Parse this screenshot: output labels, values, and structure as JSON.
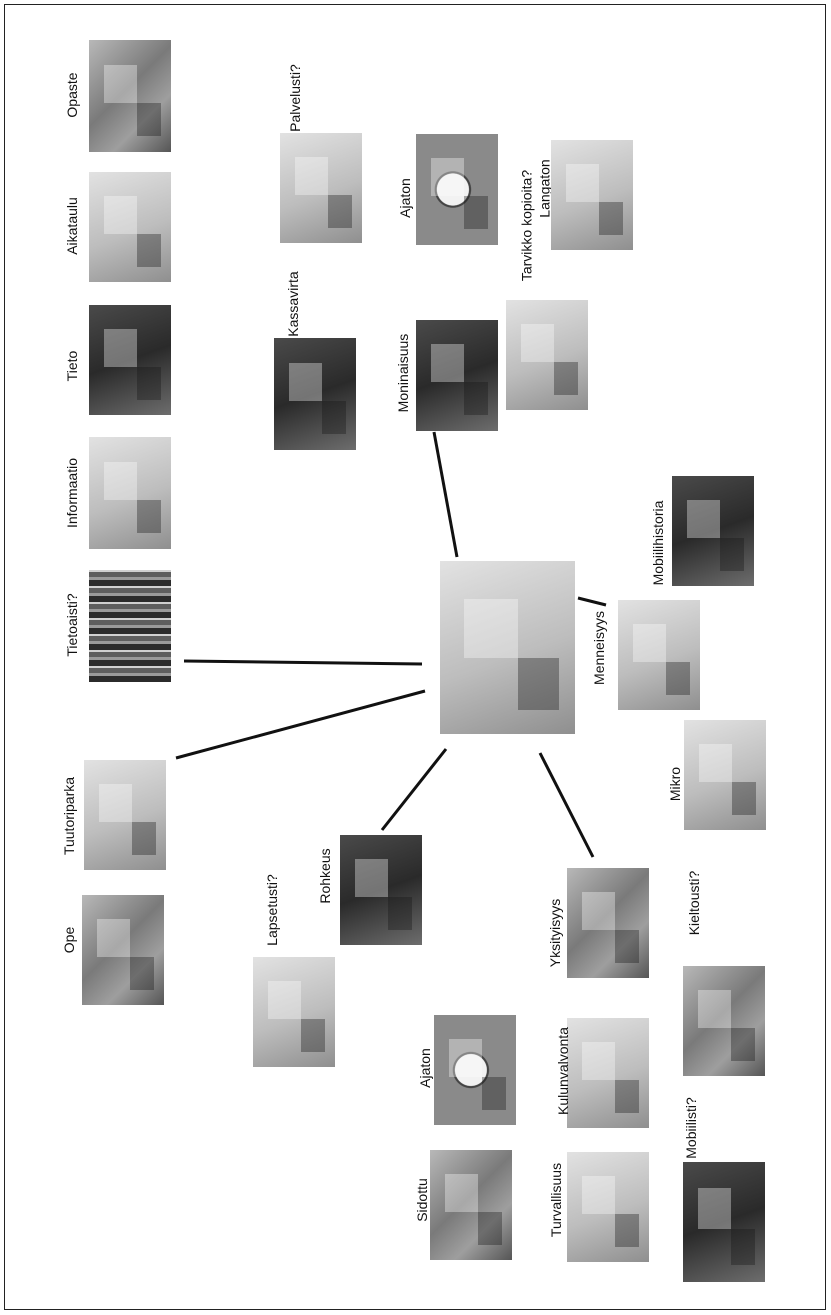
{
  "center": {
    "image": "workspace-photo"
  },
  "nodes": [
    {
      "id": "opaste",
      "label": "Opaste"
    },
    {
      "id": "aikataulu",
      "label": "Aikataulu"
    },
    {
      "id": "tieto",
      "label": "Tieto"
    },
    {
      "id": "informaatio",
      "label": "Informaatio"
    },
    {
      "id": "tietoaisti",
      "label": "Tietoaisti?"
    },
    {
      "id": "tuutoriparka",
      "label": "Tuutoriparka"
    },
    {
      "id": "ope",
      "label": "Ope"
    },
    {
      "id": "palvelusti",
      "label": "Palvelusti?"
    },
    {
      "id": "kassavirta",
      "label": "Kassavirta"
    },
    {
      "id": "ajaton-top",
      "label": "Ajaton"
    },
    {
      "id": "moninaisuus",
      "label": "Moninaisuus"
    },
    {
      "id": "tarvikko",
      "label": "Tarvikko kopioita?"
    },
    {
      "id": "langaton",
      "label": "Langaton"
    },
    {
      "id": "mobiilihistoria",
      "label": "Mobiilihistoria"
    },
    {
      "id": "menneisyys",
      "label": "Menneisyys"
    },
    {
      "id": "mikro",
      "label": "Mikro"
    },
    {
      "id": "lapsetusti",
      "label": "Lapsetusti?"
    },
    {
      "id": "rohkeus",
      "label": "Rohkeus"
    },
    {
      "id": "yksityisyys",
      "label": "Yksityisyys"
    },
    {
      "id": "kieltousti",
      "label": "Kieltousti?"
    },
    {
      "id": "ajaton-bottom",
      "label": "Ajaton"
    },
    {
      "id": "kulunvalvonta",
      "label": "Kulunvalvonta"
    },
    {
      "id": "sidottu",
      "label": "Sidottu"
    },
    {
      "id": "turvallisuus",
      "label": "Turvallisuus"
    },
    {
      "id": "mobiilisti",
      "label": "Mobiilisti?"
    }
  ],
  "colors": {
    "line": "#111111",
    "border": "#222222"
  }
}
